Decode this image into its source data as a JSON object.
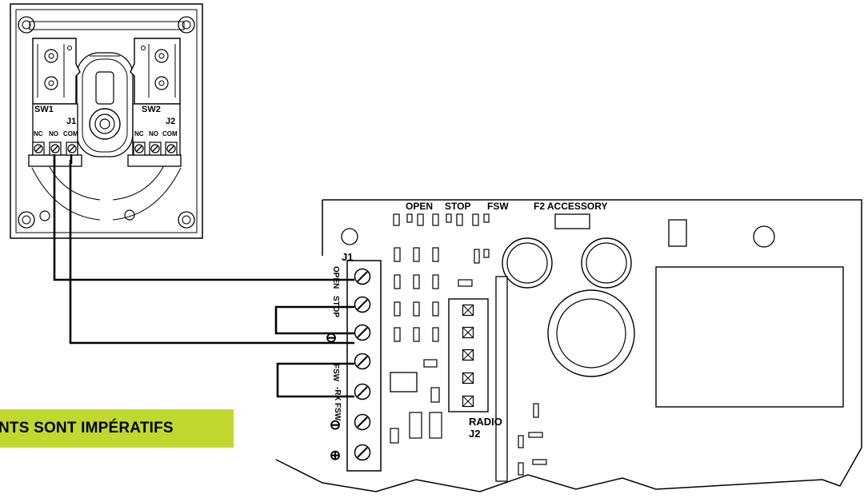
{
  "switch_box": {
    "left_switch": "SW1",
    "right_switch": "SW2",
    "left_header": "J1",
    "right_header": "J2",
    "left_contacts": [
      "NC",
      "NO",
      "COM"
    ],
    "right_contacts": [
      "NC",
      "NO",
      "COM"
    ]
  },
  "control_board": {
    "top_labels": [
      "OPEN",
      "STOP",
      "FSW",
      "F2 ACCESSORY"
    ],
    "terminal_header": "J1",
    "terminal_labels": [
      "OPEN",
      "STOP",
      "⊖",
      "FSW",
      "-RX FSW",
      "⊖",
      "⊕"
    ],
    "radio_label": "RADIO",
    "radio_header": "J2"
  },
  "banner": {
    "text": "NTS SONT IMPÉRATIFS",
    "color": "#c2d82e"
  }
}
